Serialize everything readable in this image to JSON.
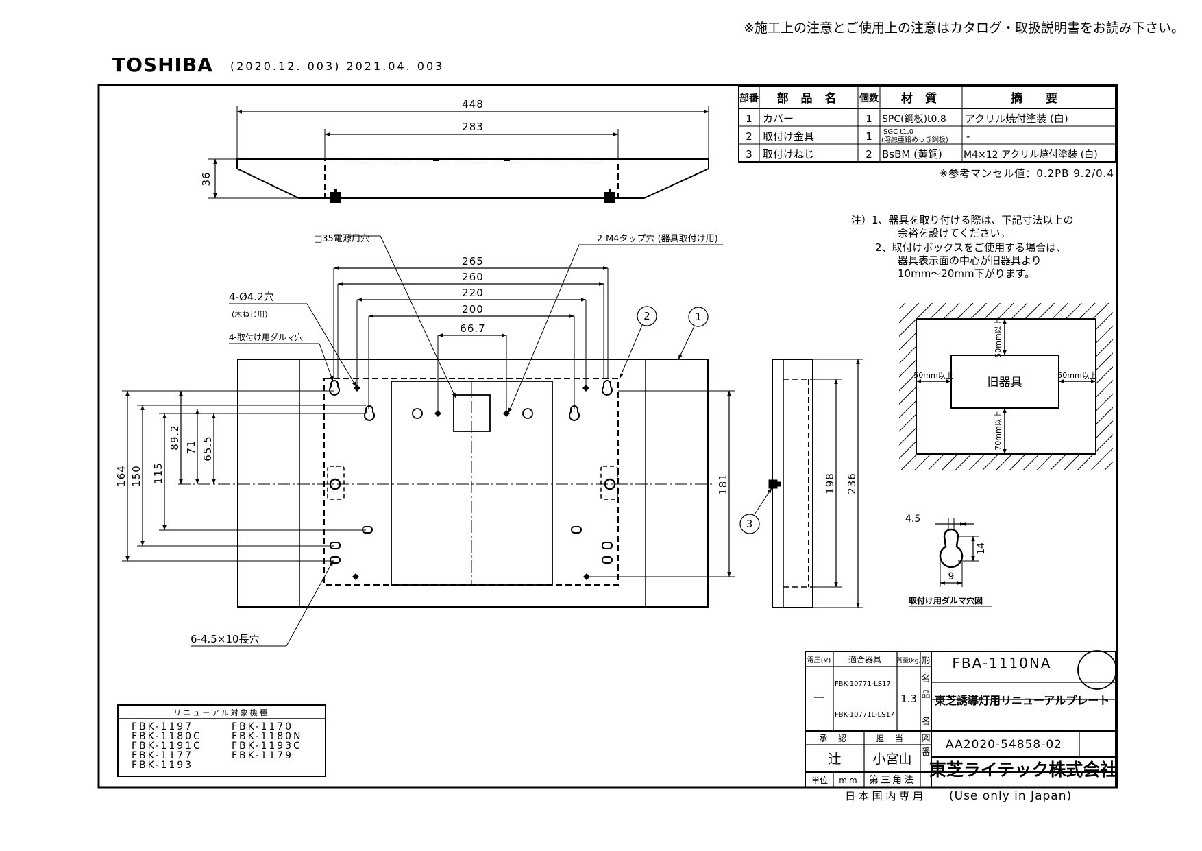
{
  "header": {
    "notice": "※施工上の注意とご使用上の注意はカタログ・取扱説明書をお読み下さい。",
    "brand": "TOSHIBA",
    "revisions": "(2020.12. 003) 2021.04. 003"
  },
  "parts_table": {
    "headers": [
      "部番",
      "部 品 名",
      "個数",
      "材 質",
      "摘 要"
    ],
    "rows": [
      {
        "no": "1",
        "name": "カバー",
        "qty": "1",
        "material": "SPC(鋼板)t0.8",
        "material_sub": "",
        "remark": "アクリル焼付塗装 (白)"
      },
      {
        "no": "2",
        "name": "取付け金具",
        "qty": "1",
        "material": "SGC t1.0",
        "material_sub": "(溶融亜鉛めっき鋼板)",
        "remark": "-"
      },
      {
        "no": "3",
        "name": "取付けねじ",
        "qty": "2",
        "material": "BsBM (黄銅)",
        "material_sub": "",
        "remark": "M4×12 アクリル焼付塗装 (白)"
      }
    ],
    "munsell": "※参考マンセル値：0.2PB 9.2/0.4"
  },
  "notes": {
    "lines": [
      "注）1、器具を取り付ける際は、下記寸法以上の",
      "余裕を設けてください。",
      "2、取付けボックスをご使用する場合は、",
      "器具表示面の中心が旧器具より",
      "10mm～20mm下がります。"
    ]
  },
  "clearance": {
    "center_label": "旧器具",
    "top": "50mm以上",
    "left": "50mm以上",
    "right": "50mm以上",
    "bottom": "70mm以上"
  },
  "keyhole": {
    "w": "4.5",
    "h": "14",
    "d": "9",
    "caption": "取付け用ダルマ穴図"
  },
  "top_view": {
    "w_outer": "448",
    "w_inner": "283",
    "h": "36"
  },
  "front_view": {
    "callout_power": "□35電源用穴",
    "callout_tap": "2-M4タップ穴 (器具取付け用)",
    "callout_holes": "4-Ø4.2穴",
    "callout_holes_sub": "(木ねじ用)",
    "callout_daruma": "4-取付け用ダルマ穴",
    "callout_slots": "6-4.5×10長穴",
    "h_dims": [
      "265",
      "260",
      "220",
      "200",
      "66.7"
    ],
    "v_dims": [
      "164",
      "150",
      "115",
      "89.2",
      "71",
      "65.5"
    ],
    "v_right": "181",
    "balloons": [
      "1",
      "2",
      "3"
    ]
  },
  "side_view": {
    "d1": "198",
    "d2": "236"
  },
  "renewal_table": {
    "title": "リニューアル対象機種",
    "models": [
      "FBK-1197",
      "FBK-1170",
      "FBK-1180C",
      "FBK-1180N",
      "FBK-1191C",
      "FBK-1193C",
      "FBK-1177",
      "FBK-1179",
      "FBK-1193"
    ]
  },
  "title_block": {
    "voltage_label": "電圧(V)",
    "fixture_label": "適合器具",
    "weight_label": "質量(kg)",
    "model_label_1": "形",
    "model_label_2": "名",
    "voltage": "ー",
    "fixture_1": "FBK-10771-LS17",
    "fixture_2": "FBK-10771L-LS17",
    "weight": "1.3",
    "model": "FBA-1110NA",
    "name_label_1": "品",
    "name_label_2": "名",
    "product_name": "東芝誘導灯用リニューアルプレート",
    "approve_label": "承 認",
    "charge_label": "担 当",
    "approver": "辻",
    "person": "小宮山",
    "drawing_label_1": "図",
    "drawing_label_2": "番",
    "drawing_no": "AA2020-54858-02",
    "unit_label": "単位",
    "unit": "mm",
    "projection": "第三角法",
    "company": "東芝ライテック株式会社",
    "domestic": "日 本 国 内 専 用",
    "domestic_en": "(Use only in Japan)"
  }
}
